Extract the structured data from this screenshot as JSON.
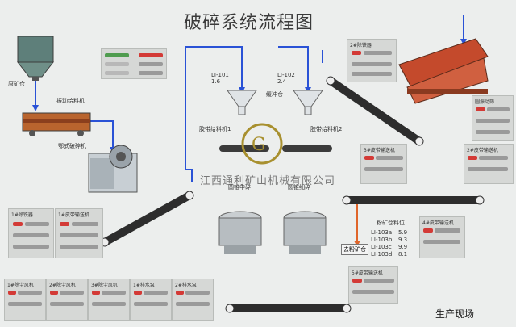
{
  "title": "破碎系统流程图",
  "caption": "生产现场",
  "watermark": "江西通利矿山机械有限公司",
  "labels": {
    "raw_bin": "原矿仓",
    "vib_feeder": "振动给料机",
    "jaw_crusher": "鄂式破碎机",
    "buffer_bin": "缓冲仓",
    "belt_feeder1": "胶带给料机1",
    "belt_feeder2": "胶带给料机2",
    "cone_mid": "圆锥中碎",
    "cone_fine": "圆锥细碎",
    "powder_bin": "去粉矿仓",
    "powder_feeder": "粉矿仓料位",
    "li101": "LI-101",
    "li101_val": "1.6",
    "li102": "LI-102",
    "li102_val": "2.4",
    "li103a": "LI-103a",
    "li103a_val": "5.9",
    "li103b": "LI-103b",
    "li103b_val": "9.3",
    "li103c": "LI-103c",
    "li103c_val": "9.9",
    "li103d": "LI-103d",
    "li103d_val": "8.1"
  },
  "panels": {
    "p1": "1#除铁器",
    "p2": "1#皮带输送机",
    "p3": "2#除铁器",
    "p4": "3#皮带输送机",
    "p5": "圆振动筛",
    "p6": "2#皮带输送机",
    "p7": "4#皮带输送机",
    "p8": "5#皮带输送机",
    "d1": "1#除尘风机",
    "d2": "2#除尘风机",
    "d3": "3#除尘风机",
    "d4": "1#排水泵",
    "d5": "2#排水泵"
  },
  "colors": {
    "flow_blue": "#2a52d6",
    "flow_orange": "#e0652a",
    "alarm_red": "#d33a36",
    "run_green": "#4f9c4f"
  }
}
